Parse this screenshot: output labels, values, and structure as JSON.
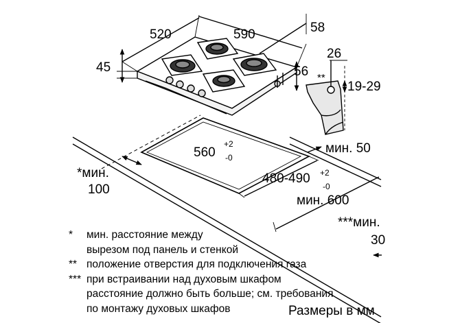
{
  "dimensions": {
    "hob_depth": "520",
    "hob_width": "590",
    "hob_height": "58",
    "hob_thickness": "45",
    "burner_protrusion": "56",
    "connector_offset": "26",
    "connector_mark": "**",
    "connector_height": "19-29",
    "cutout_width": "560",
    "cutout_width_tolerance_plus": "+2",
    "cutout_width_tolerance_minus": "-0",
    "cutout_depth": "480-490",
    "cutout_depth_tolerance_plus": "+2",
    "cutout_depth_tolerance_minus": "-0",
    "min_front": "мин. 50",
    "min_back_label": "*мин.",
    "min_back_value": "100",
    "min_depth": "мин. 600",
    "min_side_label": "***мин.",
    "min_side_value": "30"
  },
  "notes": [
    {
      "mark": "*",
      "lines": [
        "мин. расстояние между",
        "вырезом под панель и стенкой"
      ]
    },
    {
      "mark": "**",
      "lines": [
        "положение отверстия для подключения газа"
      ]
    },
    {
      "mark": "***",
      "lines": [
        "при встраивании над духовым шкафом",
        "расстояние должно быть больше; см. требования",
        "по монтажу духовых шкафов"
      ]
    }
  ],
  "units_caption": "Размеры в мм",
  "colors": {
    "line": "#000000",
    "burner": "#222222",
    "background": "#ffffff"
  }
}
